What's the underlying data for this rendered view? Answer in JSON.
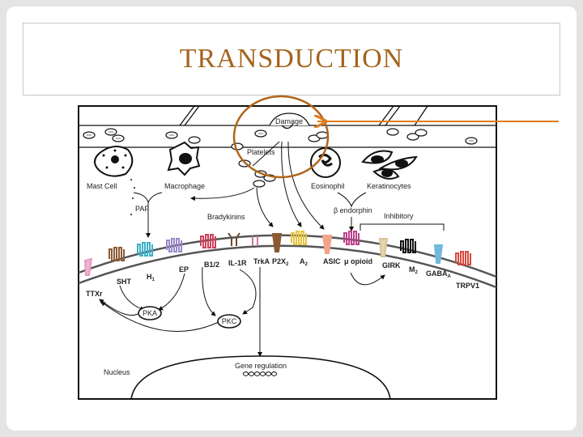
{
  "slide": {
    "title": "TRANSDUCTION",
    "accent_color": "#a5641d",
    "highlight_color": "#e07b1c"
  },
  "diagram": {
    "damage": "Damage",
    "platelets": "Platelets",
    "mast_cell": "Mast Cell",
    "macrophage": "Macrophage",
    "eosinophil": "Eosinophil",
    "keratinocytes": "Keratinocytes",
    "paf": "PAF",
    "bradykinins": "Bradykinins",
    "beta_endorphin": "β endorphin",
    "inhibitory": "Inhibitory",
    "receptors": {
      "ttxr": "TTXr",
      "sht": "SHT",
      "h1": "H",
      "h1_sub": "1",
      "ep": "EP",
      "b12": "B1/2",
      "il1r": "IL-1R",
      "trka": "TrkA",
      "p2x2": "P2X",
      "p2x2_sub": "2",
      "a2": "A",
      "a2_sub": "2",
      "asic": "ASIC",
      "mu_opioid": "μ opioid",
      "girk": "GIRK",
      "m2": "M",
      "m2_sub": "2",
      "gabaa": "GABA",
      "gabaa_sub": "A",
      "trpv1": "TRPV1"
    },
    "pka": "PKA",
    "pkc": "PKC",
    "nucleus": "Nucleus",
    "gene_regulation": "Gene regulation"
  }
}
